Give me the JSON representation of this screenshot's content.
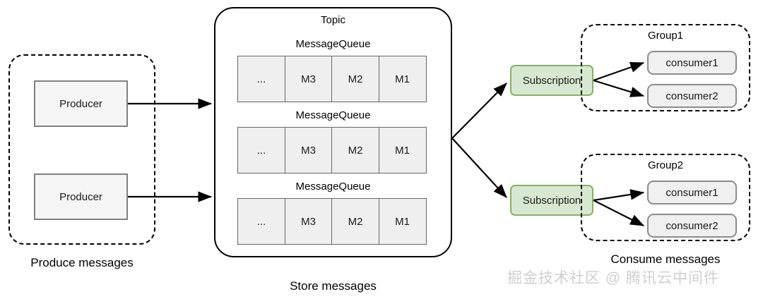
{
  "diagram": {
    "title": "Message queue topic / subscription flow",
    "colors": {
      "subscription_fill": "#d7e8d0",
      "subscription_border": "#87b06d",
      "box_fill": "#f5f5f5",
      "box_border": "#808080",
      "cell_fill": "#efefef",
      "cell_border": "#666666",
      "line": "#000000",
      "watermark": "#cfcfcf"
    },
    "produce_section": {
      "caption": "Produce messages",
      "producers": [
        {
          "label": "Producer"
        },
        {
          "label": "Producer"
        }
      ]
    },
    "store_section": {
      "caption": "Store messages",
      "topic_label": "Topic",
      "queues": [
        {
          "label": "MessageQueue",
          "cells": [
            "...",
            "M3",
            "M2",
            "M1"
          ]
        },
        {
          "label": "MessageQueue",
          "cells": [
            "...",
            "M3",
            "M2",
            "M1"
          ]
        },
        {
          "label": "MessageQueue",
          "cells": [
            "...",
            "M3",
            "M2",
            "M1"
          ]
        }
      ]
    },
    "consume_section": {
      "caption": "Consume messages",
      "subscriptions": [
        {
          "label": "Subscription"
        },
        {
          "label": "Subscription"
        }
      ],
      "groups": [
        {
          "label": "Group1",
          "consumers": [
            "consumer1",
            "consumer2"
          ]
        },
        {
          "label": "Group2",
          "consumers": [
            "consumer1",
            "consumer2"
          ]
        }
      ]
    },
    "watermark": "掘金技术社区 @ 腾讯云中间件"
  }
}
